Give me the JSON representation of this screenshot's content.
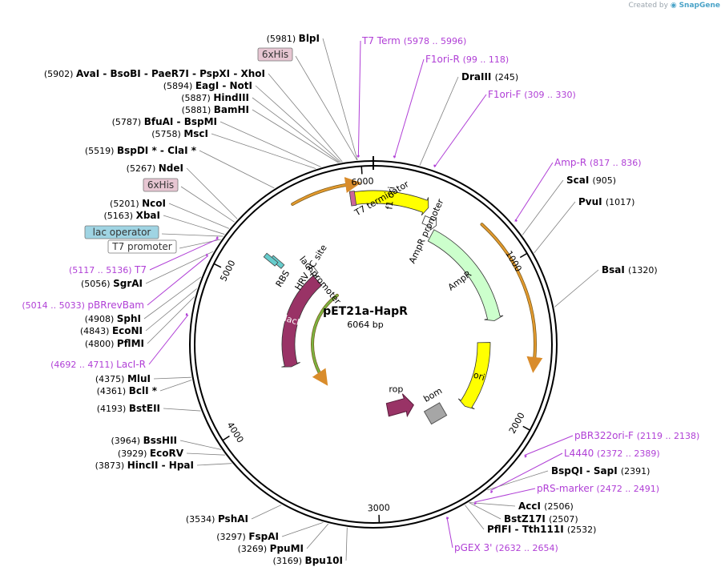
{
  "app": {
    "watermark_prefix": "Created by",
    "watermark_brand": "SnapGene"
  },
  "plasmid": {
    "name": "pET21a-HapR",
    "size": "6064 bp",
    "length_bp": 6064
  },
  "ticks": [
    {
      "bp": 1000,
      "label": "1000"
    },
    {
      "bp": 2000,
      "label": "2000"
    },
    {
      "bp": 3000,
      "label": "3000"
    },
    {
      "bp": 4000,
      "label": "4000"
    },
    {
      "bp": 5000,
      "label": "5000"
    },
    {
      "bp": 6000,
      "label": "6000"
    }
  ],
  "features": [
    {
      "name": "f1 ori",
      "kind": "ori",
      "color": "#ffff00",
      "start": 5915,
      "end": 370,
      "label_inside": true
    },
    {
      "name": "AmpR promoter",
      "kind": "promoter",
      "color": "#ffffff",
      "start": 370,
      "end": 470
    },
    {
      "name": "AmpR",
      "kind": "cds",
      "color": "#ccffcc",
      "start": 470,
      "end": 1330
    },
    {
      "name": "ori",
      "kind": "ori",
      "color": "#ffff00",
      "start": 1500,
      "end": 2090,
      "label_inside": true
    },
    {
      "name": "bom",
      "kind": "misc",
      "color": "#a6a6a6",
      "start": 2270,
      "end": 2380
    },
    {
      "name": "rop",
      "kind": "cds",
      "color": "#993366",
      "start": 2560,
      "end": 2760
    },
    {
      "name": "lacI",
      "kind": "cds",
      "color": "#993366",
      "start": 5370,
      "end": 4290,
      "label_inside": true
    },
    {
      "name": "lacI promoter",
      "kind": "promoter",
      "color": "#ffffff",
      "start": 5430,
      "end": 5370
    },
    {
      "name": "T7 terminator",
      "kind": "term",
      "color": "#cc6699",
      "start": 5930,
      "end": 5960
    },
    {
      "name": "HRV 3C site",
      "kind": "site",
      "color": "#66cccc",
      "start": 5232,
      "end": 5256
    },
    {
      "name": "RBS",
      "kind": "site",
      "color": "#66cccc",
      "start": 5215,
      "end": 5225
    }
  ],
  "arcs": [
    {
      "kind": "orange",
      "start": 5560,
      "end": 5905
    },
    {
      "kind": "orange",
      "start": 710,
      "end": 1600
    },
    {
      "kind": "green",
      "start": 4000,
      "end": 5450
    }
  ],
  "sites_left": [
    {
      "pos": "(5981)",
      "name": "BlpI",
      "bp": 5981
    },
    {
      "pos": "",
      "name": "6xHis",
      "boxed": "his",
      "bp": 5979
    },
    {
      "pos": "(5902)",
      "name": "AvaI  -  BsoBI  -  PaeR7I  -  PspXI  -  XhoI",
      "bp": 5902
    },
    {
      "pos": "(5894)",
      "name": "EagI  -  NotI",
      "bp": 5894
    },
    {
      "pos": "(5887)",
      "name": "HindIII",
      "bp": 5887
    },
    {
      "pos": "(5881)",
      "name": "BamHI",
      "bp": 5881
    },
    {
      "pos": "(5787)",
      "name": "BfuAI  -  BspMI",
      "bp": 5787
    },
    {
      "pos": "(5758)",
      "name": "MscI",
      "bp": 5758
    },
    {
      "pos": "(5519)",
      "name": "BspDI *  -  ClaI *",
      "bp": 5519
    },
    {
      "pos": "(5267)",
      "name": "NdeI",
      "bp": 5267
    },
    {
      "pos": "",
      "name": "6xHis",
      "boxed": "his",
      "bp": 5245
    },
    {
      "pos": "(5201)",
      "name": "NcoI",
      "bp": 5201
    },
    {
      "pos": "(5163)",
      "name": "XbaI",
      "bp": 5163
    },
    {
      "pos": "",
      "name": "lac operator",
      "boxed": "lacop",
      "bp": 5150
    },
    {
      "pos": "",
      "name": "T7 promoter",
      "boxed": "t7p",
      "bp": 5130
    },
    {
      "pos": "(5056)",
      "name": "SgrAI",
      "bp": 5056
    },
    {
      "pos": "(4908)",
      "name": "SphI",
      "bp": 4908
    },
    {
      "pos": "(4843)",
      "name": "EcoNI",
      "bp": 4843
    },
    {
      "pos": "(4800)",
      "name": "PflMI",
      "bp": 4800
    },
    {
      "pos": "(4375)",
      "name": "MluI",
      "bp": 4375
    },
    {
      "pos": "(4361)",
      "name": "BclI *",
      "bp": 4361
    },
    {
      "pos": "(4193)",
      "name": "BstEII",
      "bp": 4193
    },
    {
      "pos": "(3964)",
      "name": "BssHII",
      "bp": 3964
    },
    {
      "pos": "(3929)",
      "name": "EcoRV",
      "bp": 3929
    },
    {
      "pos": "(3873)",
      "name": "HincII  -  HpaI",
      "bp": 3873
    },
    {
      "pos": "(3534)",
      "name": "PshAI",
      "bp": 3534
    },
    {
      "pos": "(3297)",
      "name": "FspAI",
      "bp": 3297
    },
    {
      "pos": "(3269)",
      "name": "PpuMI",
      "bp": 3269
    },
    {
      "pos": "(3169)",
      "name": "Bpu10I",
      "bp": 3169
    }
  ],
  "sites_right": [
    {
      "name": "DraIII",
      "pos": "(245)",
      "bp": 245
    },
    {
      "name": "ScaI",
      "pos": "(905)",
      "bp": 905
    },
    {
      "name": "PvuI",
      "pos": "(1017)",
      "bp": 1017
    },
    {
      "name": "BsaI",
      "pos": "(1320)",
      "bp": 1320
    },
    {
      "name": "BspQI  -  SapI",
      "pos": "(2391)",
      "bp": 2391
    },
    {
      "name": "AccI",
      "pos": "(2506)",
      "bp": 2506
    },
    {
      "name": "BstZ17I",
      "pos": "(2507)",
      "bp": 2507
    },
    {
      "name": "PflFI  -  Tth111I",
      "pos": "(2532)",
      "bp": 2532
    }
  ],
  "primers": [
    {
      "name": "T7 Term",
      "range": "(5978 .. 5996)",
      "bp": 5987,
      "side": "top"
    },
    {
      "name": "F1ori-R",
      "range": "(99 .. 118)",
      "bp": 108,
      "side": "right"
    },
    {
      "name": "F1ori-F",
      "range": "(309 .. 330)",
      "bp": 320,
      "side": "right"
    },
    {
      "name": "Amp-R",
      "range": "(817 .. 836)",
      "bp": 826,
      "side": "right"
    },
    {
      "name": "pBR322ori-F",
      "range": "(2119 .. 2138)",
      "bp": 2128,
      "side": "right"
    },
    {
      "name": "L4440",
      "range": "(2372 .. 2389)",
      "bp": 2380,
      "side": "right"
    },
    {
      "name": "pRS-marker",
      "range": "(2472 .. 2491)",
      "bp": 2482,
      "side": "right"
    },
    {
      "name": "pGEX 3'",
      "range": "(2632 .. 2654)",
      "bp": 2643,
      "side": "bottom"
    },
    {
      "name": "T7",
      "range": "(5117 .. 5136)",
      "bp": 5126,
      "side": "left"
    },
    {
      "name": "pBRrevBam",
      "range": "(5014 .. 5033)",
      "bp": 5024,
      "side": "left"
    },
    {
      "name": "LacI-R",
      "range": "(4692 .. 4711)",
      "bp": 4701,
      "side": "left"
    }
  ],
  "colors": {
    "primer": "#b03fd6",
    "his_box": "#e7c6d2",
    "lacop_box": "#9fd4e3",
    "ring": "#000000",
    "leader": "#808080"
  }
}
